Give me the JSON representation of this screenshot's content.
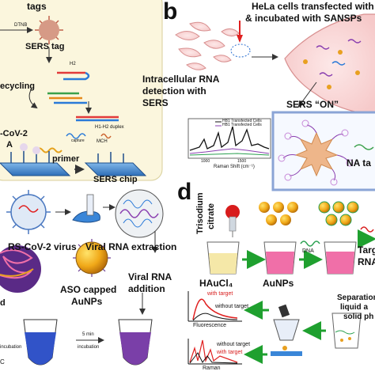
{
  "colors": {
    "panel_a_bg": "#fbf6dd",
    "panel_b_box_border": "#8aa4d6",
    "arrow_green": "#1fa02f",
    "gold": "#e8a020",
    "pink_solution": "#f06fa8",
    "purple_solution": "#7a3fa8",
    "blue_solution": "#3153c8"
  },
  "panel_a": {
    "tags": "tags",
    "dtnb": "DTNB",
    "sers_tag": "SERS tag",
    "h2": "H2",
    "ecycling": "ecycling",
    "duplex": "H1-H2 duplex",
    "cov2": "-CoV-2",
    "rna": "A",
    "capture": "capture",
    "mch": "MCH",
    "primer": "primer",
    "sers_chip": "SERS chip"
  },
  "panel_b": {
    "letter": "b",
    "top_text_1": "HeLa cells transfected with",
    "top_text_2": "& incubated with SANSPs",
    "intracellular_1": "Intracellular RNA",
    "intracellular_2": "detection with",
    "intracellular_3": "SERS",
    "sers_on": "SERS “ON”",
    "na_tag": "NA ta",
    "legend_1": "HB1 Transfected Cells",
    "legend_2": "HB1 Transfected Cells",
    "xaxis": "Raman Shift (cm⁻¹)",
    "tick_1": "1000",
    "tick_2": "1500"
  },
  "panel_c": {
    "virus": "RS-CoV-2 virus",
    "viral_rna_extraction": "Viral RNA extraction",
    "d_fragment": "d",
    "aso_1": "ASO capped",
    "aso_2": "AuNPs",
    "viral_rna_1": "Viral RNA",
    "viral_rna_2": "addition",
    "five_min_1": "5 min",
    "five_min_2": "incubation",
    "incubation": "incubation",
    "c_fragment": "C"
  },
  "panel_d": {
    "letter": "d",
    "trisodium": "Trisodium",
    "citrate": "citrate",
    "haucl4": "HAuCl₄",
    "aunps": "AuNPs",
    "dna": "DNA",
    "targ": "Targ",
    "rna": "RNA",
    "with_target_1": "with target",
    "without_target_1": "without target",
    "fluorescence": "Fluorescence",
    "without_target_2": "without target",
    "with_target_2": "with target",
    "raman": "Raman",
    "separation": "Separation",
    "liquid_a": "liquid a",
    "solid_ph": "solid ph"
  }
}
